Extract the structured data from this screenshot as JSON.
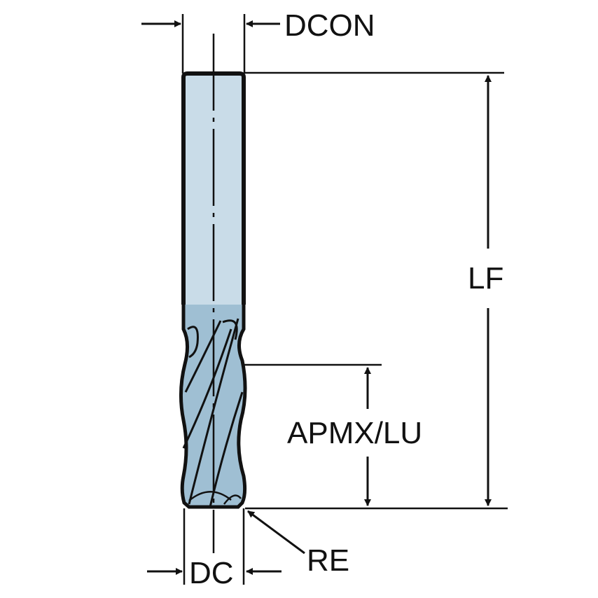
{
  "diagram": {
    "subject": "Solid end mill dimension drawing",
    "labels": {
      "dcon": "DCON",
      "lf": "LF",
      "apmx_lu": "APMX/LU",
      "dc": "DC",
      "re": "RE"
    },
    "colors": {
      "shank": "#c9dce8",
      "flute": "#9fbfd3",
      "outline": "#111111",
      "background": "#ffffff"
    }
  }
}
